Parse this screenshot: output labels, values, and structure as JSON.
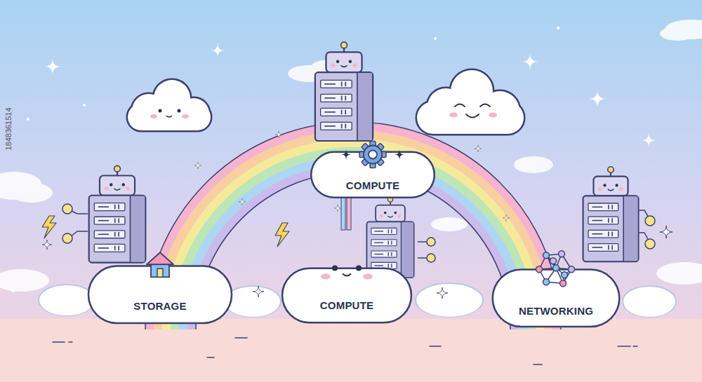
{
  "diagram": {
    "nodes": [
      {
        "text": [
          "COMPUTE"
        ]
      },
      {
        "text": [
          "STORAGE"
        ]
      },
      {
        "text": [
          "COMPUTE"
        ]
      },
      {
        "text": [
          "NETWORKING"
        ]
      }
    ],
    "labels": [
      "1848361514"
    ]
  }
}
